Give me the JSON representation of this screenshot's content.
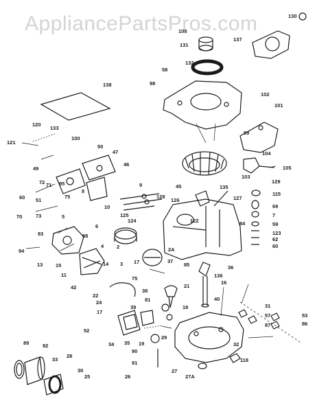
{
  "watermark": "AppliancePartsPros.com",
  "colors": {
    "ink": "#1a1a1a",
    "watermark": "#d4d4d4",
    "background": "#ffffff"
  },
  "part_numbers": [
    "130",
    "108",
    "137",
    "131",
    "132",
    "58",
    "138",
    "98",
    "102",
    "101",
    "99",
    "120",
    "133",
    "100",
    "121",
    "50",
    "47",
    "46",
    "49",
    "104",
    "105",
    "72",
    "71",
    "95",
    "103",
    "129",
    "45",
    "135",
    "60",
    "75",
    "51",
    "8",
    "9",
    "128",
    "115",
    "127",
    "69",
    "70",
    "73",
    "5",
    "10",
    "126",
    "7",
    "125",
    "59",
    "6",
    "124",
    "123",
    "62",
    "94",
    "83",
    "88",
    "4",
    "2",
    "122",
    "84",
    "60",
    "13",
    "15",
    "14",
    "3",
    "17",
    "2A",
    "37",
    "85",
    "36",
    "11",
    "136",
    "16",
    "42",
    "75",
    "21",
    "22",
    "38",
    "81",
    "39",
    "40",
    "24",
    "17",
    "18",
    "31",
    "57",
    "53",
    "52",
    "34",
    "35",
    "19",
    "29",
    "87",
    "86",
    "89",
    "92",
    "33",
    "28",
    "90",
    "32",
    "30",
    "91",
    "118",
    "25",
    "26",
    "27",
    "27A"
  ]
}
